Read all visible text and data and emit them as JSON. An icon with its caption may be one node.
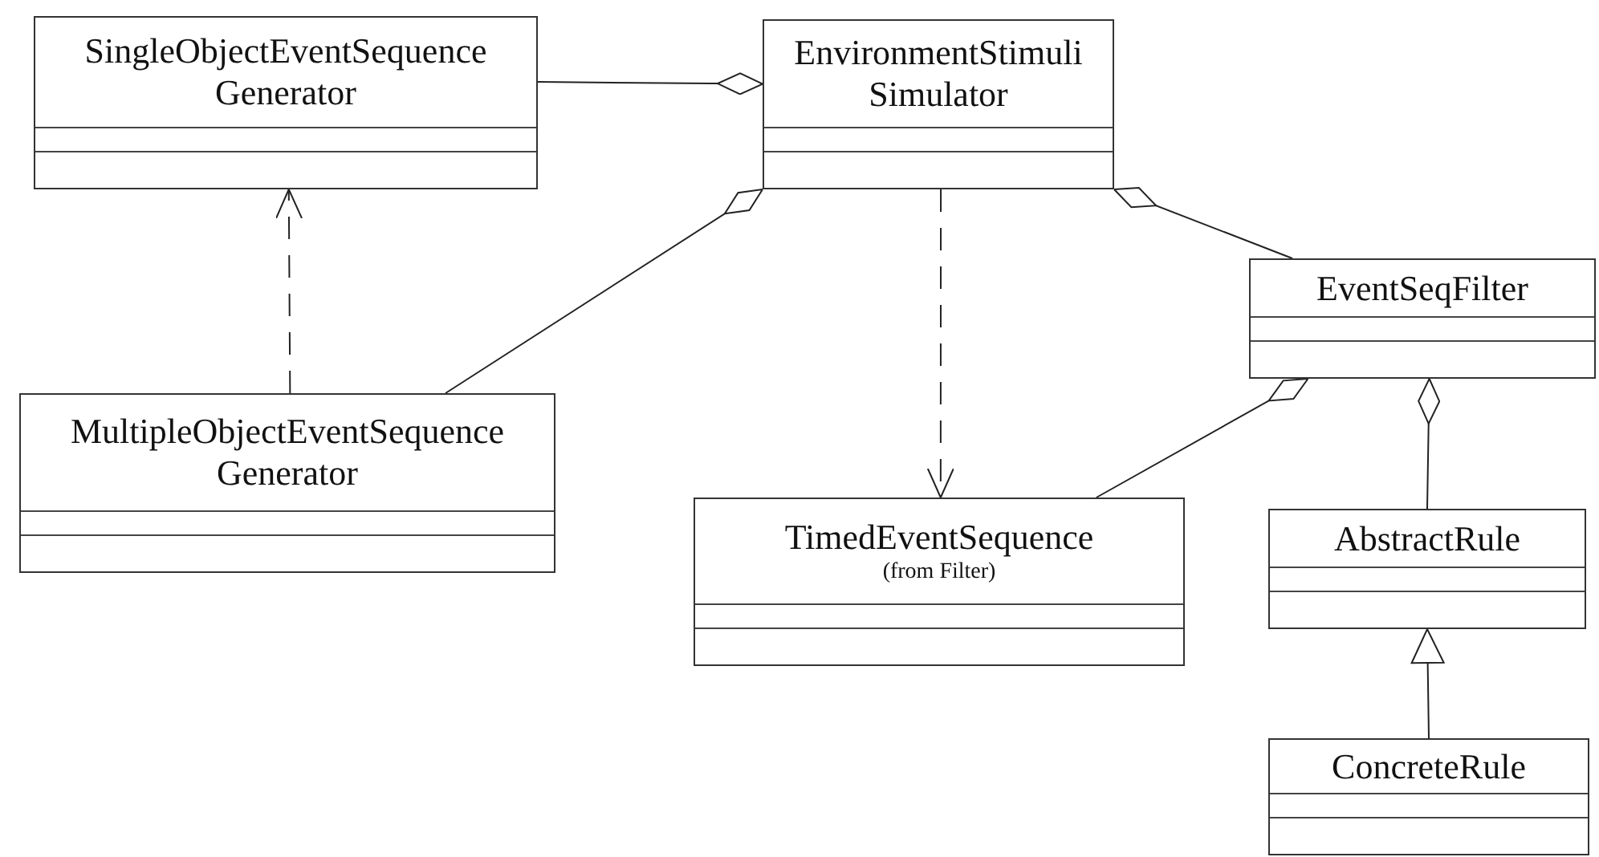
{
  "diagram": {
    "nodes": [
      {
        "text": [
          "SingleObjectEventSequence Generator"
        ]
      },
      {
        "text": [
          "EnvironmentStimuli Simulator"
        ]
      },
      {
        "text": [
          "MultipleObjectEventSequence Generator"
        ]
      },
      {
        "text": [
          "EventSeqFilter"
        ]
      },
      {
        "text": [
          "TimedEventSequence",
          "(from Filter)"
        ]
      },
      {
        "text": [
          "AbstractRule"
        ]
      },
      {
        "text": [
          "ConcreteRule"
        ]
      }
    ],
    "edges": [
      {
        "from": 1,
        "to": 0,
        "arrow": "other"
      },
      {
        "from": 1,
        "to": 2,
        "arrow": "other"
      },
      {
        "from": 2,
        "to": 0,
        "arrow": "to",
        "style": "dashed"
      },
      {
        "from": 1,
        "to": 4,
        "arrow": "to",
        "style": "dashed"
      },
      {
        "from": 1,
        "to": 3,
        "arrow": "other"
      },
      {
        "from": 3,
        "to": 4,
        "arrow": "other"
      },
      {
        "from": 3,
        "to": 5,
        "arrow": "other"
      },
      {
        "from": 6,
        "to": 5,
        "arrow": "to"
      }
    ]
  }
}
